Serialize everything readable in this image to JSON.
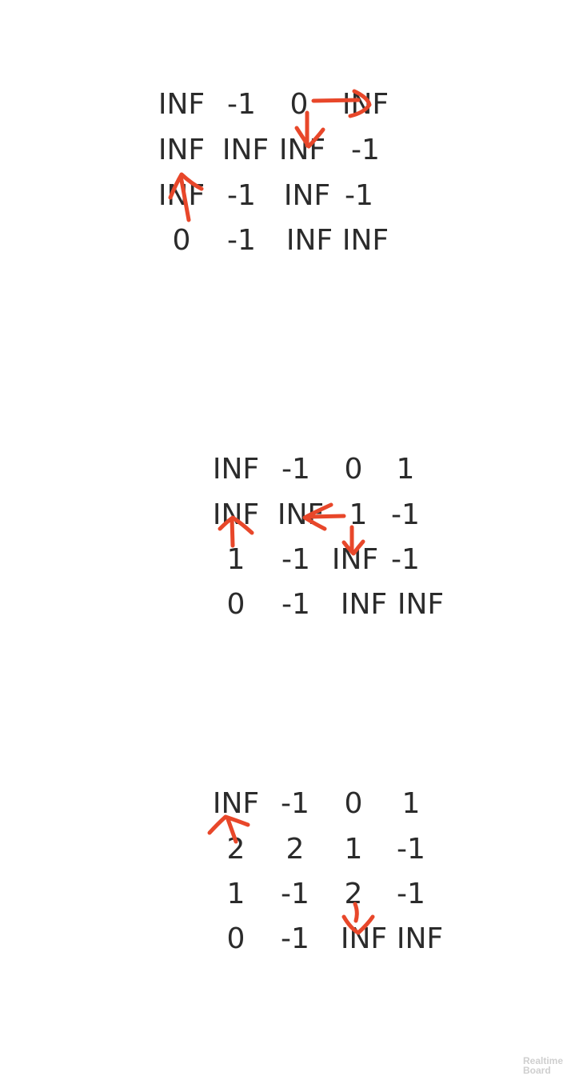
{
  "grids": [
    {
      "rows": [
        [
          "INF",
          "-1",
          "0",
          "INF"
        ],
        [
          "INF",
          "INF",
          "INF",
          "-1"
        ],
        [
          "INF",
          "-1",
          "INF",
          "-1"
        ],
        [
          "0",
          "-1",
          "INF",
          "INF"
        ]
      ]
    },
    {
      "rows": [
        [
          "INF",
          "-1",
          "0",
          "1"
        ],
        [
          "INF",
          "INF",
          "1",
          "-1"
        ],
        [
          "1",
          "-1",
          "INF",
          "-1"
        ],
        [
          "0",
          "-1",
          "INF",
          "INF"
        ]
      ]
    },
    {
      "rows": [
        [
          "INF",
          "-1",
          "0",
          "1"
        ],
        [
          "2",
          "2",
          "1",
          "-1"
        ],
        [
          "1",
          "-1",
          "2",
          "-1"
        ],
        [
          "0",
          "-1",
          "INF",
          "INF"
        ]
      ]
    }
  ],
  "arrow_color": "#e8472a",
  "watermark": "Realtime Board"
}
